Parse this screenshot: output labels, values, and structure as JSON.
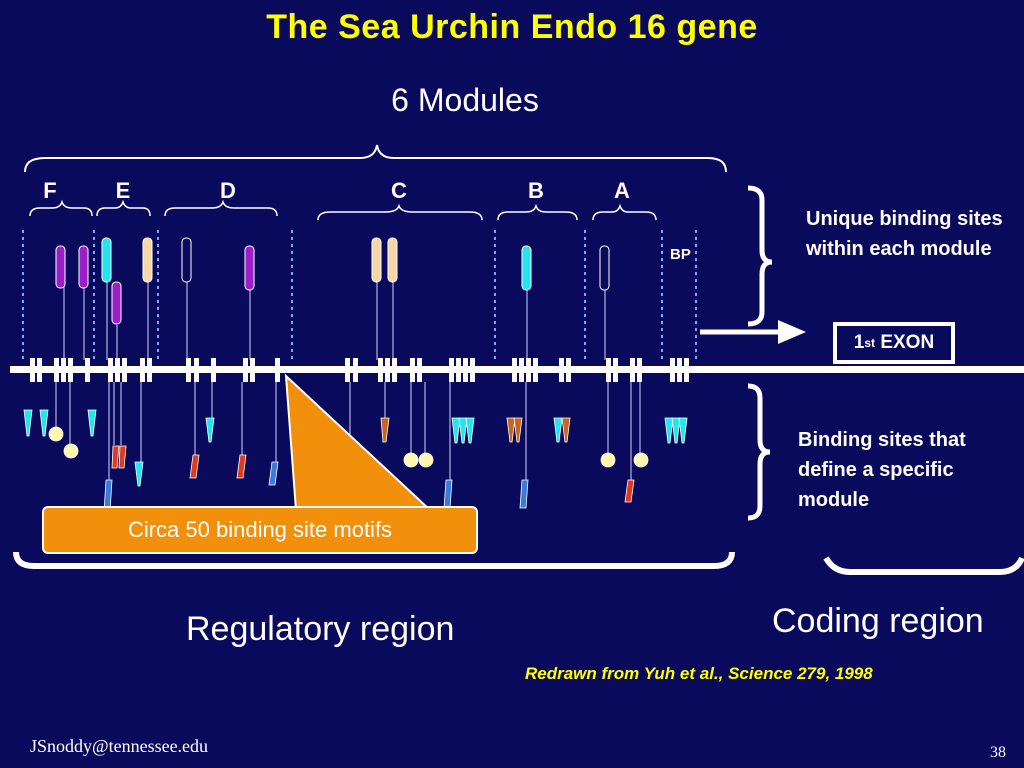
{
  "title": "The Sea Urchin Endo 16 gene",
  "modules_heading": "6 Modules",
  "modules": [
    {
      "label": "F"
    },
    {
      "label": "E"
    },
    {
      "label": "D"
    },
    {
      "label": "C"
    },
    {
      "label": "B"
    },
    {
      "label": "A"
    }
  ],
  "bp_label": "BP",
  "unique_note": "Unique binding sites within each module",
  "specific_note": "Binding sites that define a specific module",
  "exon": {
    "superscript_prefix": "1",
    "superscript": "st",
    "label": "EXON"
  },
  "motif_callout": "Circa 50 binding site motifs",
  "regulatory_label": "Regulatory region",
  "coding_label": "Coding region",
  "source": "Redrawn from Yuh et al., Science 279, 1998",
  "email": "JSnoddy@tennessee.edu",
  "page_number": "38",
  "colors": {
    "background": "#0a0a5c",
    "title": "#ffff00",
    "callout": "#f2900c",
    "purple": "#9b1fc9",
    "cyan": "#22e5f0",
    "peach": "#f7d7a8",
    "red": "#e03a1e",
    "blue": "#3a7ad8",
    "brown": "#c8641e",
    "pale_yellow": "#fff7b0"
  }
}
